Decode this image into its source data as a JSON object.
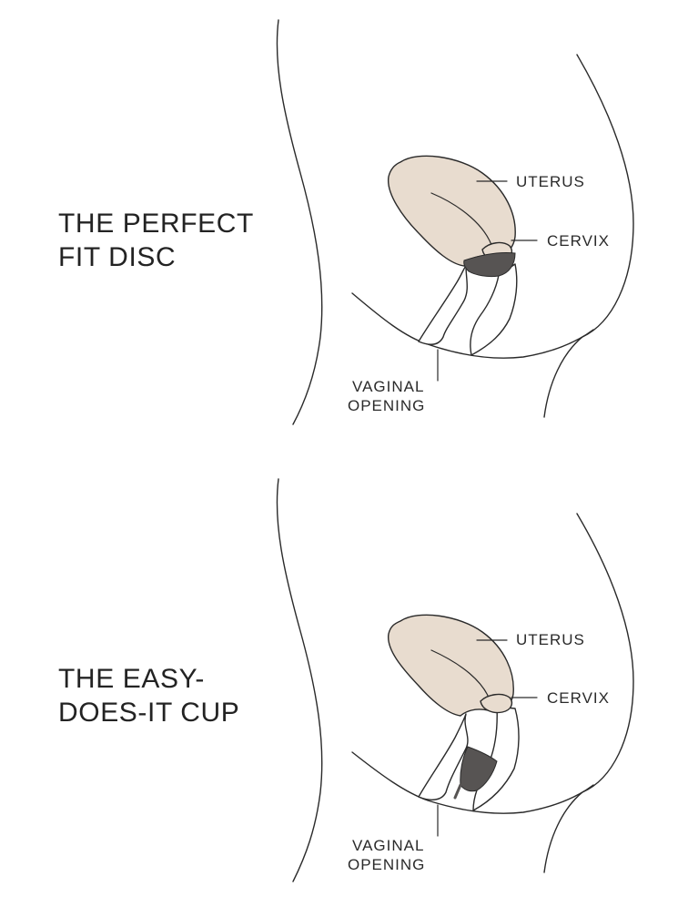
{
  "panels": [
    {
      "title_line1": "THE PERFECT",
      "title_line2": "FIT DISC",
      "device": "disc",
      "labels": {
        "uterus": "UTERUS",
        "cervix": "CERVIX",
        "opening_line1": "VAGINAL",
        "opening_line2": "OPENING"
      }
    },
    {
      "title_line1": "THE EASY-",
      "title_line2": "DOES-IT CUP",
      "device": "cup",
      "labels": {
        "uterus": "UTERUS",
        "cervix": "CERVIX",
        "opening_line1": "VAGINAL",
        "opening_line2": "OPENING"
      }
    }
  ],
  "colors": {
    "uterus_fill": "#e8dccf",
    "device_fill": "#575453",
    "line": "#2a2a2a"
  }
}
